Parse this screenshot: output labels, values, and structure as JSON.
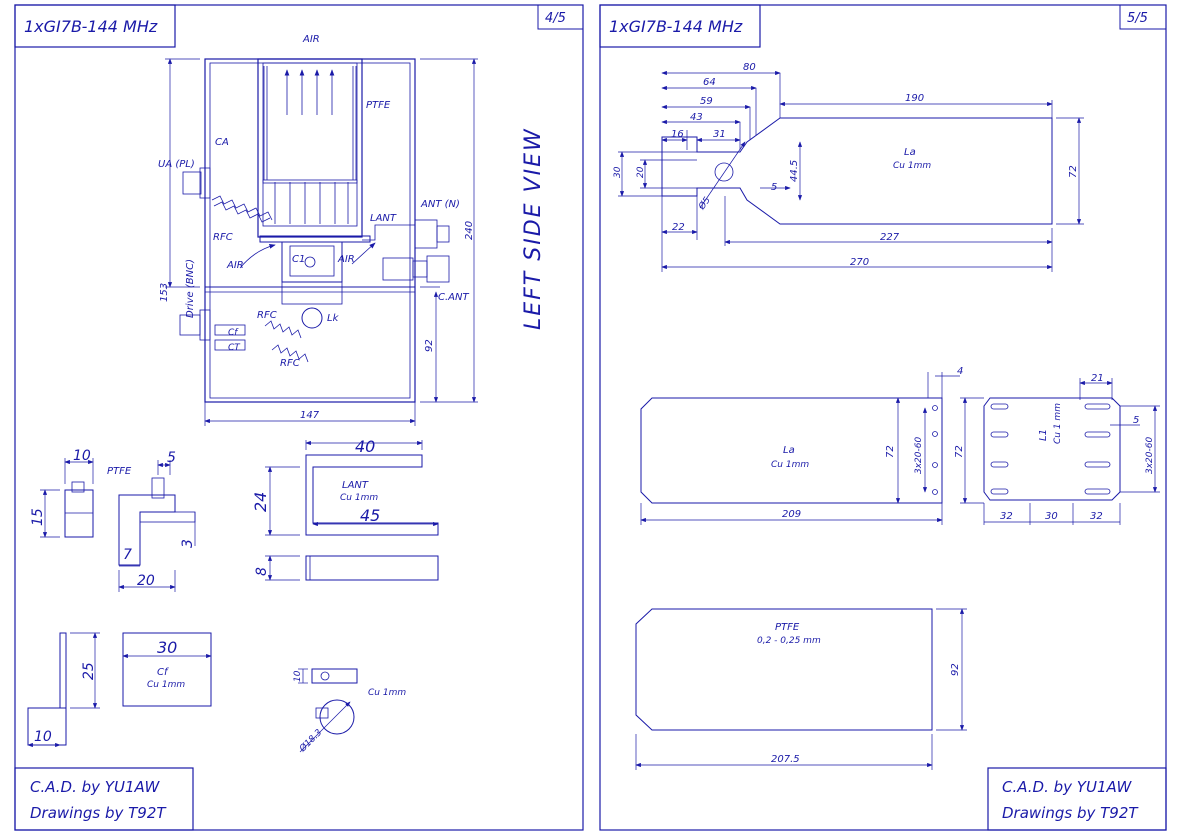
{
  "sheet_left": {
    "title": "1xGI7B-144 MHz",
    "page": "4/5",
    "view_label": "LEFT SIDE VIEW",
    "credit_line1": "C.A.D. by YU1AW",
    "credit_line2": "Drawings by T92T",
    "labels": {
      "air_top": "AIR",
      "ptfe": "PTFE",
      "ca": "CA",
      "ua": "UA (PL)",
      "rfc1": "RFC",
      "lant": "LANT",
      "ant": "ANT (N)",
      "c_ant": "C.ANT",
      "air_left": "AIR",
      "air_right": "AIR",
      "c1": "C1",
      "drive": "Drive (BNC)",
      "rfc2": "RFC",
      "lk": "Lk",
      "cf": "Cf",
      "ct": "CT",
      "rfc3": "RFC"
    },
    "dims": {
      "d240": "240",
      "d153": "153",
      "d92": "92",
      "d147": "147",
      "d10a": "10",
      "d15": "15",
      "d5": "5",
      "ptfe2": "PTFE",
      "d3": "3",
      "d7": "7",
      "d20": "20",
      "d40": "40",
      "d24": "24",
      "lant2": "LANT",
      "cu1": "Cu 1mm",
      "d45": "45",
      "d8": "8",
      "d25": "25",
      "d10b": "10",
      "d30": "30",
      "cf2": "Cf",
      "cu2": "Cu 1mm",
      "d10c": "10",
      "cu3": "Cu 1mm",
      "phi": "Ø18.3"
    }
  },
  "sheet_right": {
    "title": "1xGI7B-144 MHz",
    "page": "5/5",
    "credit_line1": "C.A.D. by YU1AW",
    "credit_line2": "Drawings by T92T",
    "dims": {
      "d80": "80",
      "d64": "64",
      "d59": "59",
      "d43": "43",
      "d16": "16",
      "d31": "31",
      "d190": "190",
      "d30": "30",
      "d20": "20",
      "d445": "44.5",
      "d5": "5",
      "phi5": "Ø5",
      "la1": "La",
      "cu1": "Cu 1mm",
      "d72a": "72",
      "d22": "22",
      "d227": "227",
      "d270": "270",
      "d4": "4",
      "la2": "La",
      "cu2": "Cu 1mm",
      "d72b": "72",
      "holes1": "3x20-60",
      "d209": "209",
      "d72c": "72",
      "d21": "21",
      "l1": "L1",
      "cu3": "Cu 1 mm",
      "d5b": "5",
      "holes2": "3x20-60",
      "d32a": "32",
      "d30b": "30",
      "d32b": "32",
      "ptfe": "PTFE",
      "thick": "0,2 - 0,25 mm",
      "d92": "92",
      "d2075": "207.5"
    }
  }
}
